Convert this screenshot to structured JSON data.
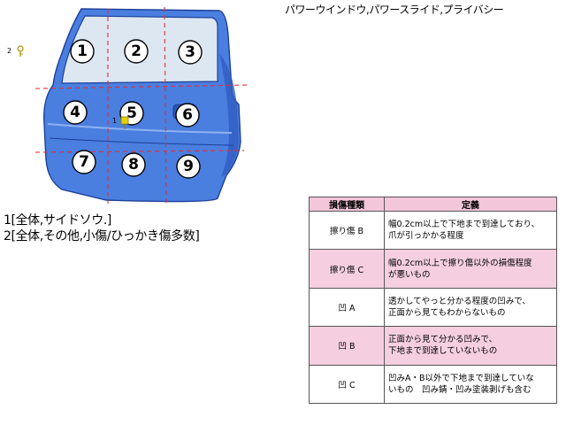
{
  "header": {
    "features": "パワーウインドウ,パワースライド,プライバシー"
  },
  "diagram": {
    "zones": [
      "1",
      "2",
      "3",
      "4",
      "5",
      "6",
      "7",
      "8",
      "9"
    ],
    "markers": [
      {
        "label": "2",
        "icon": "pin-icon"
      },
      {
        "label": "1",
        "icon": "pin-icon"
      }
    ],
    "colors": {
      "body": "#4a7fe0",
      "body_shade": "#2f5dc0",
      "window": "#dde7f2",
      "cut_lines": "#e0303a",
      "marker": "#e8d000"
    }
  },
  "notes": [
    "1[全体,サイドソウ.]",
    "2[全体,その他,小傷/ひっかき傷多数]"
  ],
  "legend": {
    "headers": [
      "損傷種類",
      "定義"
    ],
    "rows": [
      {
        "kind": "擦り傷 B",
        "lines": [
          "幅0.2cm以上で下地まで到達しており、",
          "爪が引っかかる程度"
        ]
      },
      {
        "kind": "擦り傷 C",
        "lines": [
          "幅0.2cm以上で擦り傷以外の損傷程度",
          "が悪いもの"
        ]
      },
      {
        "kind": "凹 A",
        "lines": [
          "透かしてやっと分かる程度の凹みで、",
          "正面から見てもわからないもの"
        ]
      },
      {
        "kind": "凹 B",
        "lines": [
          "正面から見て分かる凹みで、",
          "下地まで到達していないもの"
        ]
      },
      {
        "kind": "凹 C",
        "lines": [
          "凹みA・B以外で下地まで到達していな",
          "いもの　凹み錆・凹み塗装剥げも含む"
        ]
      }
    ],
    "colors": {
      "header_bg": "#f3c6d9",
      "pink_row": "#f5cfe0"
    }
  }
}
